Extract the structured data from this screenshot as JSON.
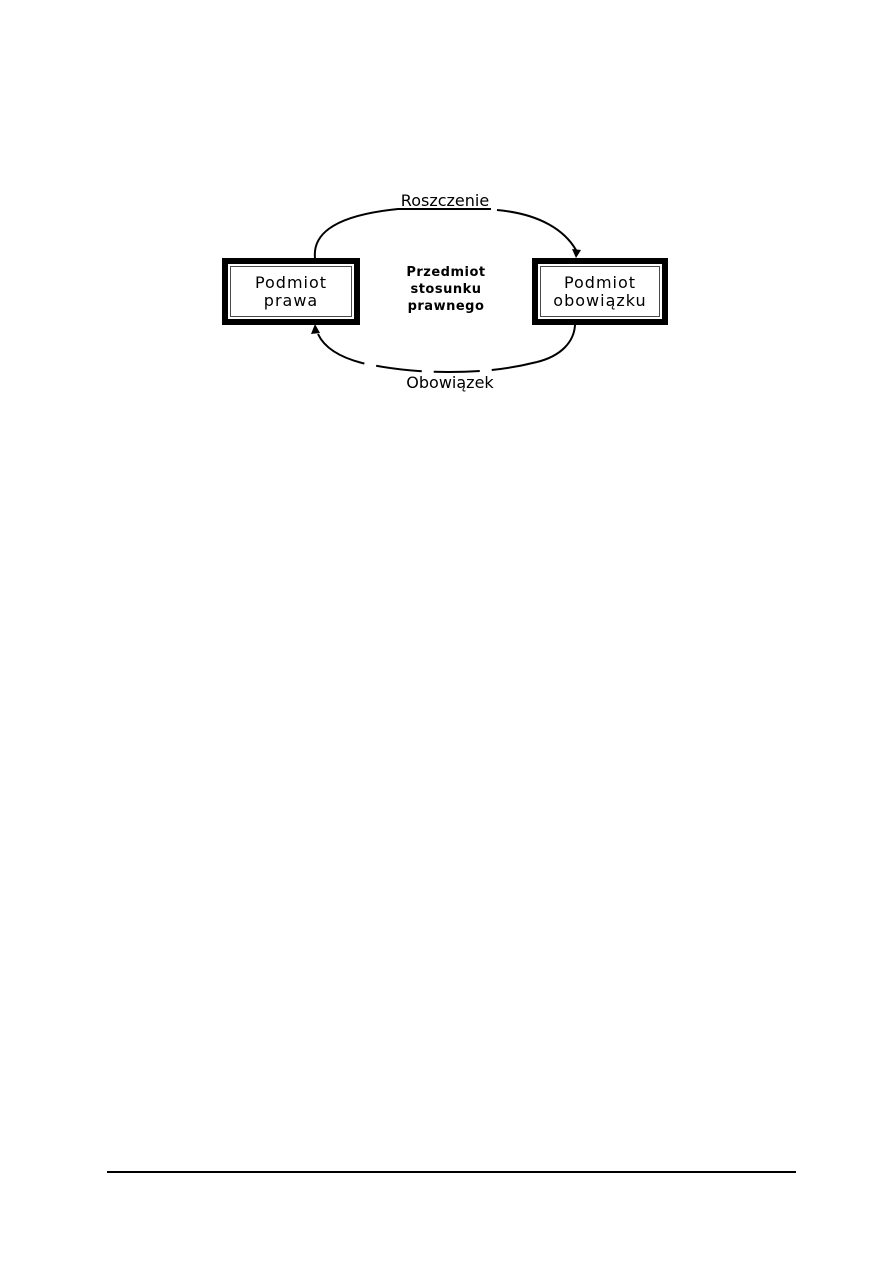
{
  "page": {
    "paper_color": "#ffffff",
    "ink_color": "#000000"
  },
  "diagram": {
    "top_arrow_label": "Roszczenie",
    "bottom_arrow_label": "Obowiązek",
    "center_label": {
      "line1": "Przedmiot",
      "line2": "stosunku",
      "line3": "prawnego"
    },
    "left_box": {
      "line1": "Podmiot",
      "line2": "prawa"
    },
    "right_box": {
      "line1": "Podmiot",
      "line2": "obowiązku"
    }
  }
}
